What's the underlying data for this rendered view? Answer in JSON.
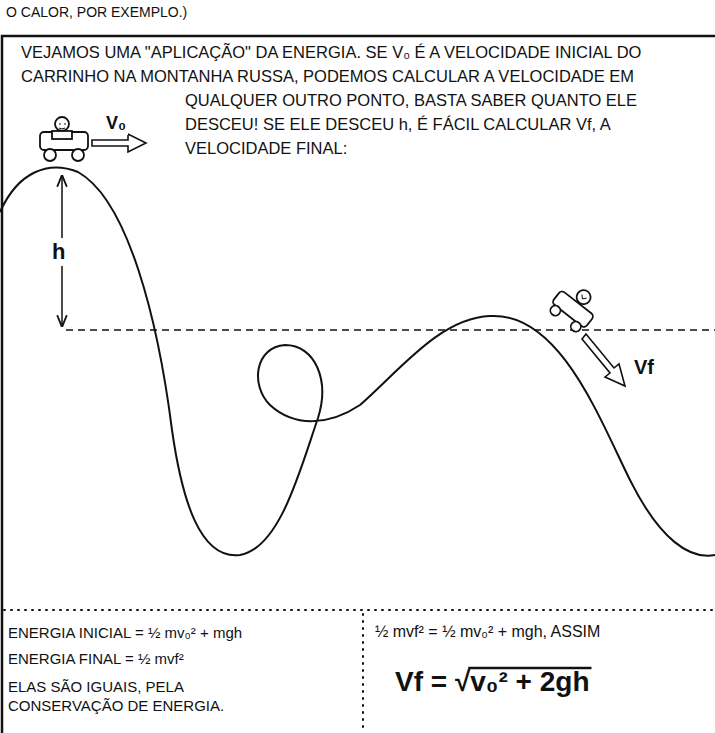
{
  "diagram": {
    "labels": [
      "O CALOR, POR EXEMPLO.)",
      "VEJAMOS UMA \"APLICAÇÃO\" DA ENERGIA. SE V₀ É A VELOCIDADE INICIAL DO CARRINHO NA MONTANHA RUSSA, PODEMOS CALCULAR A VELOCIDADE EM QUALQUER OUTRO PONTO, BASTA SABER QUANTO ELE DESCEU! SE ELE DESCEU h, É FÁCIL CALCULAR Vf, A VELOCIDADE FINAL:",
      "V₀",
      "h",
      "Vf",
      "ENERGIA INICIAL = ½ mv₀² + mgh",
      "ENERGIA FINAL = ½ mvf²",
      "ELAS SÃO IGUAIS, PELA CONSERVAÇÃO DE ENERGIA.",
      "½ mvf² = ½ mv₀² + mgh, ASSIM",
      "Vf = √v₀² + 2gh"
    ]
  }
}
